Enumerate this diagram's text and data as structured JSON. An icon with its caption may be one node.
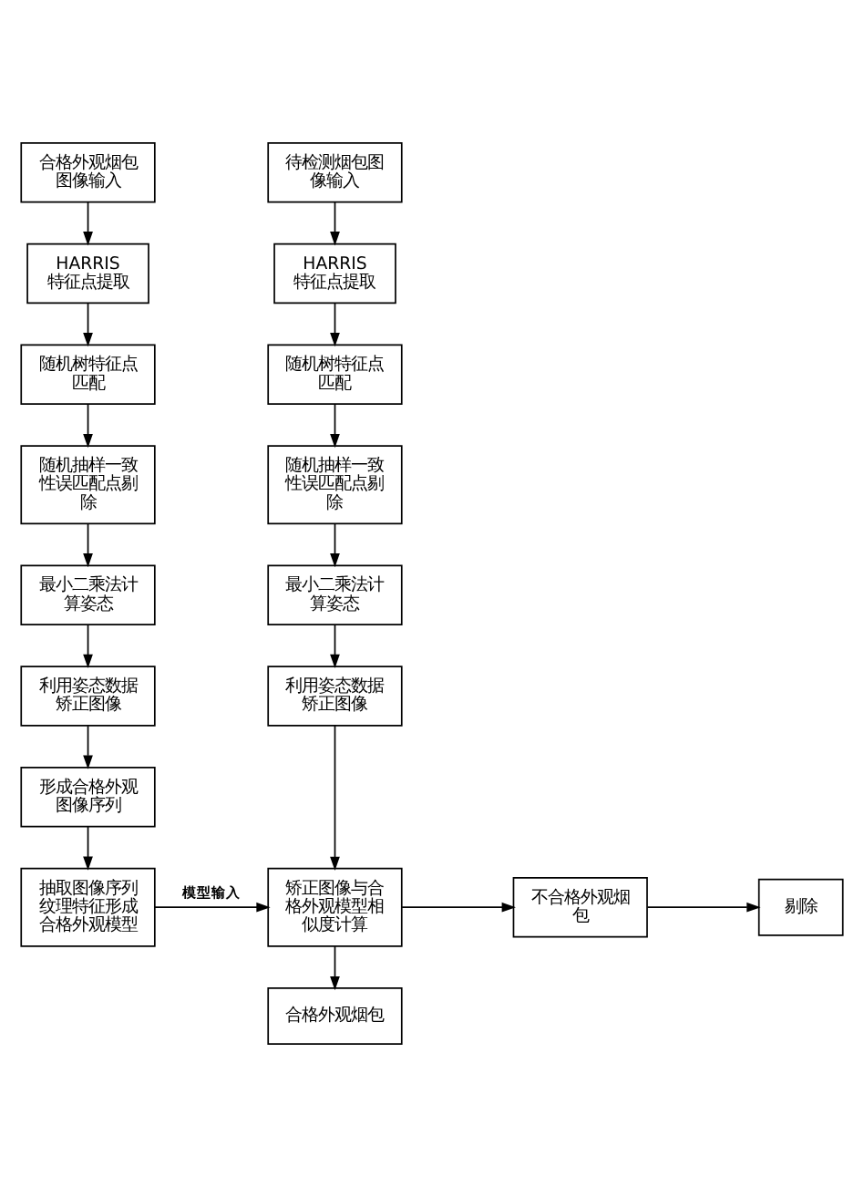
{
  "diagram": {
    "nodes": [
      {
        "text": [
          "合格外观烟包图像输入"
        ]
      },
      {
        "text": [
          "HARRIS 特征点提取"
        ]
      },
      {
        "text": [
          "随机树特征点匹配"
        ]
      },
      {
        "text": [
          "随机抽样一致性误匹配点剔除"
        ]
      },
      {
        "text": [
          "最小二乘法计算姿态"
        ]
      },
      {
        "text": [
          "利用姿态数据矫正图像"
        ]
      },
      {
        "text": [
          "形成合格外观图像序列"
        ]
      },
      {
        "text": [
          "抽取图像序列纹理特征形成合格外观模型"
        ]
      },
      {
        "text": [
          "待检测烟包图像输入"
        ]
      },
      {
        "text": [
          "HARRIS 特征点提取"
        ]
      },
      {
        "text": [
          "随机树特征点匹配"
        ]
      },
      {
        "text": [
          "随机抽样一致性误匹配点剔除"
        ]
      },
      {
        "text": [
          "最小二乘法计算姿态"
        ]
      },
      {
        "text": [
          "利用姿态数据矫正图像"
        ]
      },
      {
        "text": [
          "矫正图像与合格外观模型相似度计算"
        ]
      },
      {
        "text": [
          "不合格外观烟包"
        ]
      },
      {
        "text": [
          "剔除"
        ]
      },
      {
        "text": [
          "合格外观烟包"
        ]
      }
    ],
    "edges": [
      {
        "from": 0,
        "to": 1,
        "arrow": "to"
      },
      {
        "from": 1,
        "to": 2,
        "arrow": "to"
      },
      {
        "from": 2,
        "to": 3,
        "arrow": "to"
      },
      {
        "from": 3,
        "to": 4,
        "arrow": "to"
      },
      {
        "from": 4,
        "to": 5,
        "arrow": "to"
      },
      {
        "from": 5,
        "to": 6,
        "arrow": "to"
      },
      {
        "from": 6,
        "to": 7,
        "arrow": "to"
      },
      {
        "from": 8,
        "to": 9,
        "arrow": "to"
      },
      {
        "from": 9,
        "to": 10,
        "arrow": "to"
      },
      {
        "from": 10,
        "to": 11,
        "arrow": "to"
      },
      {
        "from": 11,
        "to": 12,
        "arrow": "to"
      },
      {
        "from": 12,
        "to": 13,
        "arrow": "to"
      },
      {
        "from": 13,
        "to": 14,
        "arrow": "to"
      },
      {
        "from": 7,
        "to": 14,
        "arrow": "to",
        "label": "模型输入"
      },
      {
        "from": 14,
        "to": 15,
        "arrow": "to"
      },
      {
        "from": 15,
        "to": 16,
        "arrow": "to"
      },
      {
        "from": 14,
        "to": 17,
        "arrow": "to"
      }
    ]
  }
}
